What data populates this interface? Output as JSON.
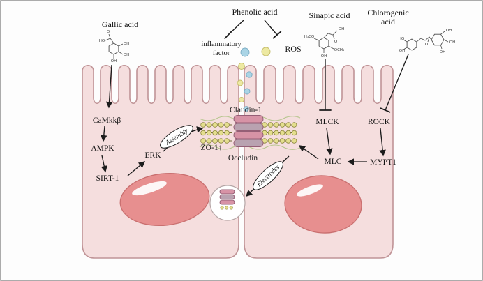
{
  "figure": {
    "top": {
      "phenolic_acid": "Phenolic acid",
      "gallic_acid": "Gallic acid",
      "inflammatory_line1": "inflammatory",
      "inflammatory_line2": "factor",
      "ros": "ROS",
      "sinapic_acid": "Sinapic acid",
      "chlorogenic_line1": "Chlorogenic",
      "chlorogenic_line2": "acid"
    },
    "left_pathway": {
      "camkkb": "CaMkkβ",
      "ampk": "AMPK",
      "sirt1": "SIRT-1",
      "erk": "ERK",
      "assembly": "Assembly"
    },
    "junction": {
      "claudin": "Claudin-1",
      "zo1": "ZO-1↑",
      "occludin": "Occludin"
    },
    "right_pathway": {
      "mlck": "MLCK",
      "rock": "ROCK",
      "mlc": "MLC",
      "mypt1": "MYPT1",
      "electrodes": "Electrodes"
    },
    "structures": {
      "gallic": [
        "O",
        "HO",
        "OH",
        "OH",
        "OH"
      ],
      "sinapic": [
        "OH",
        "O",
        "H₃CO",
        "OH",
        "OCH₃"
      ],
      "chlorogenic": [
        "HO",
        "OH",
        "OH",
        "OH",
        "OH",
        "O"
      ]
    },
    "colors": {
      "background": "#fdfdfd",
      "frame": "#8f8f8f",
      "cell_fill": "#f5dede",
      "cell_stroke": "#c09497",
      "nucleus_fill": "#e78f8f",
      "nucleus_stroke": "#c96f6f",
      "dot_blue": "#aad4e5",
      "dot_blue_stroke": "#79abc3",
      "dot_yellow": "#ede9a2",
      "dot_yellow_stroke": "#c3ba66",
      "bead_fill": "#e4de8e",
      "bead_stroke": "#8e8940",
      "strand": "#6f6b35",
      "mesh": "#a9c17e",
      "capsule_a": "#d793a6",
      "capsule_b": "#b9a2b0",
      "capsule_stroke": "#955f76",
      "vesicle_stroke": "#b5a6a6",
      "line": "#1c1c1c"
    }
  }
}
